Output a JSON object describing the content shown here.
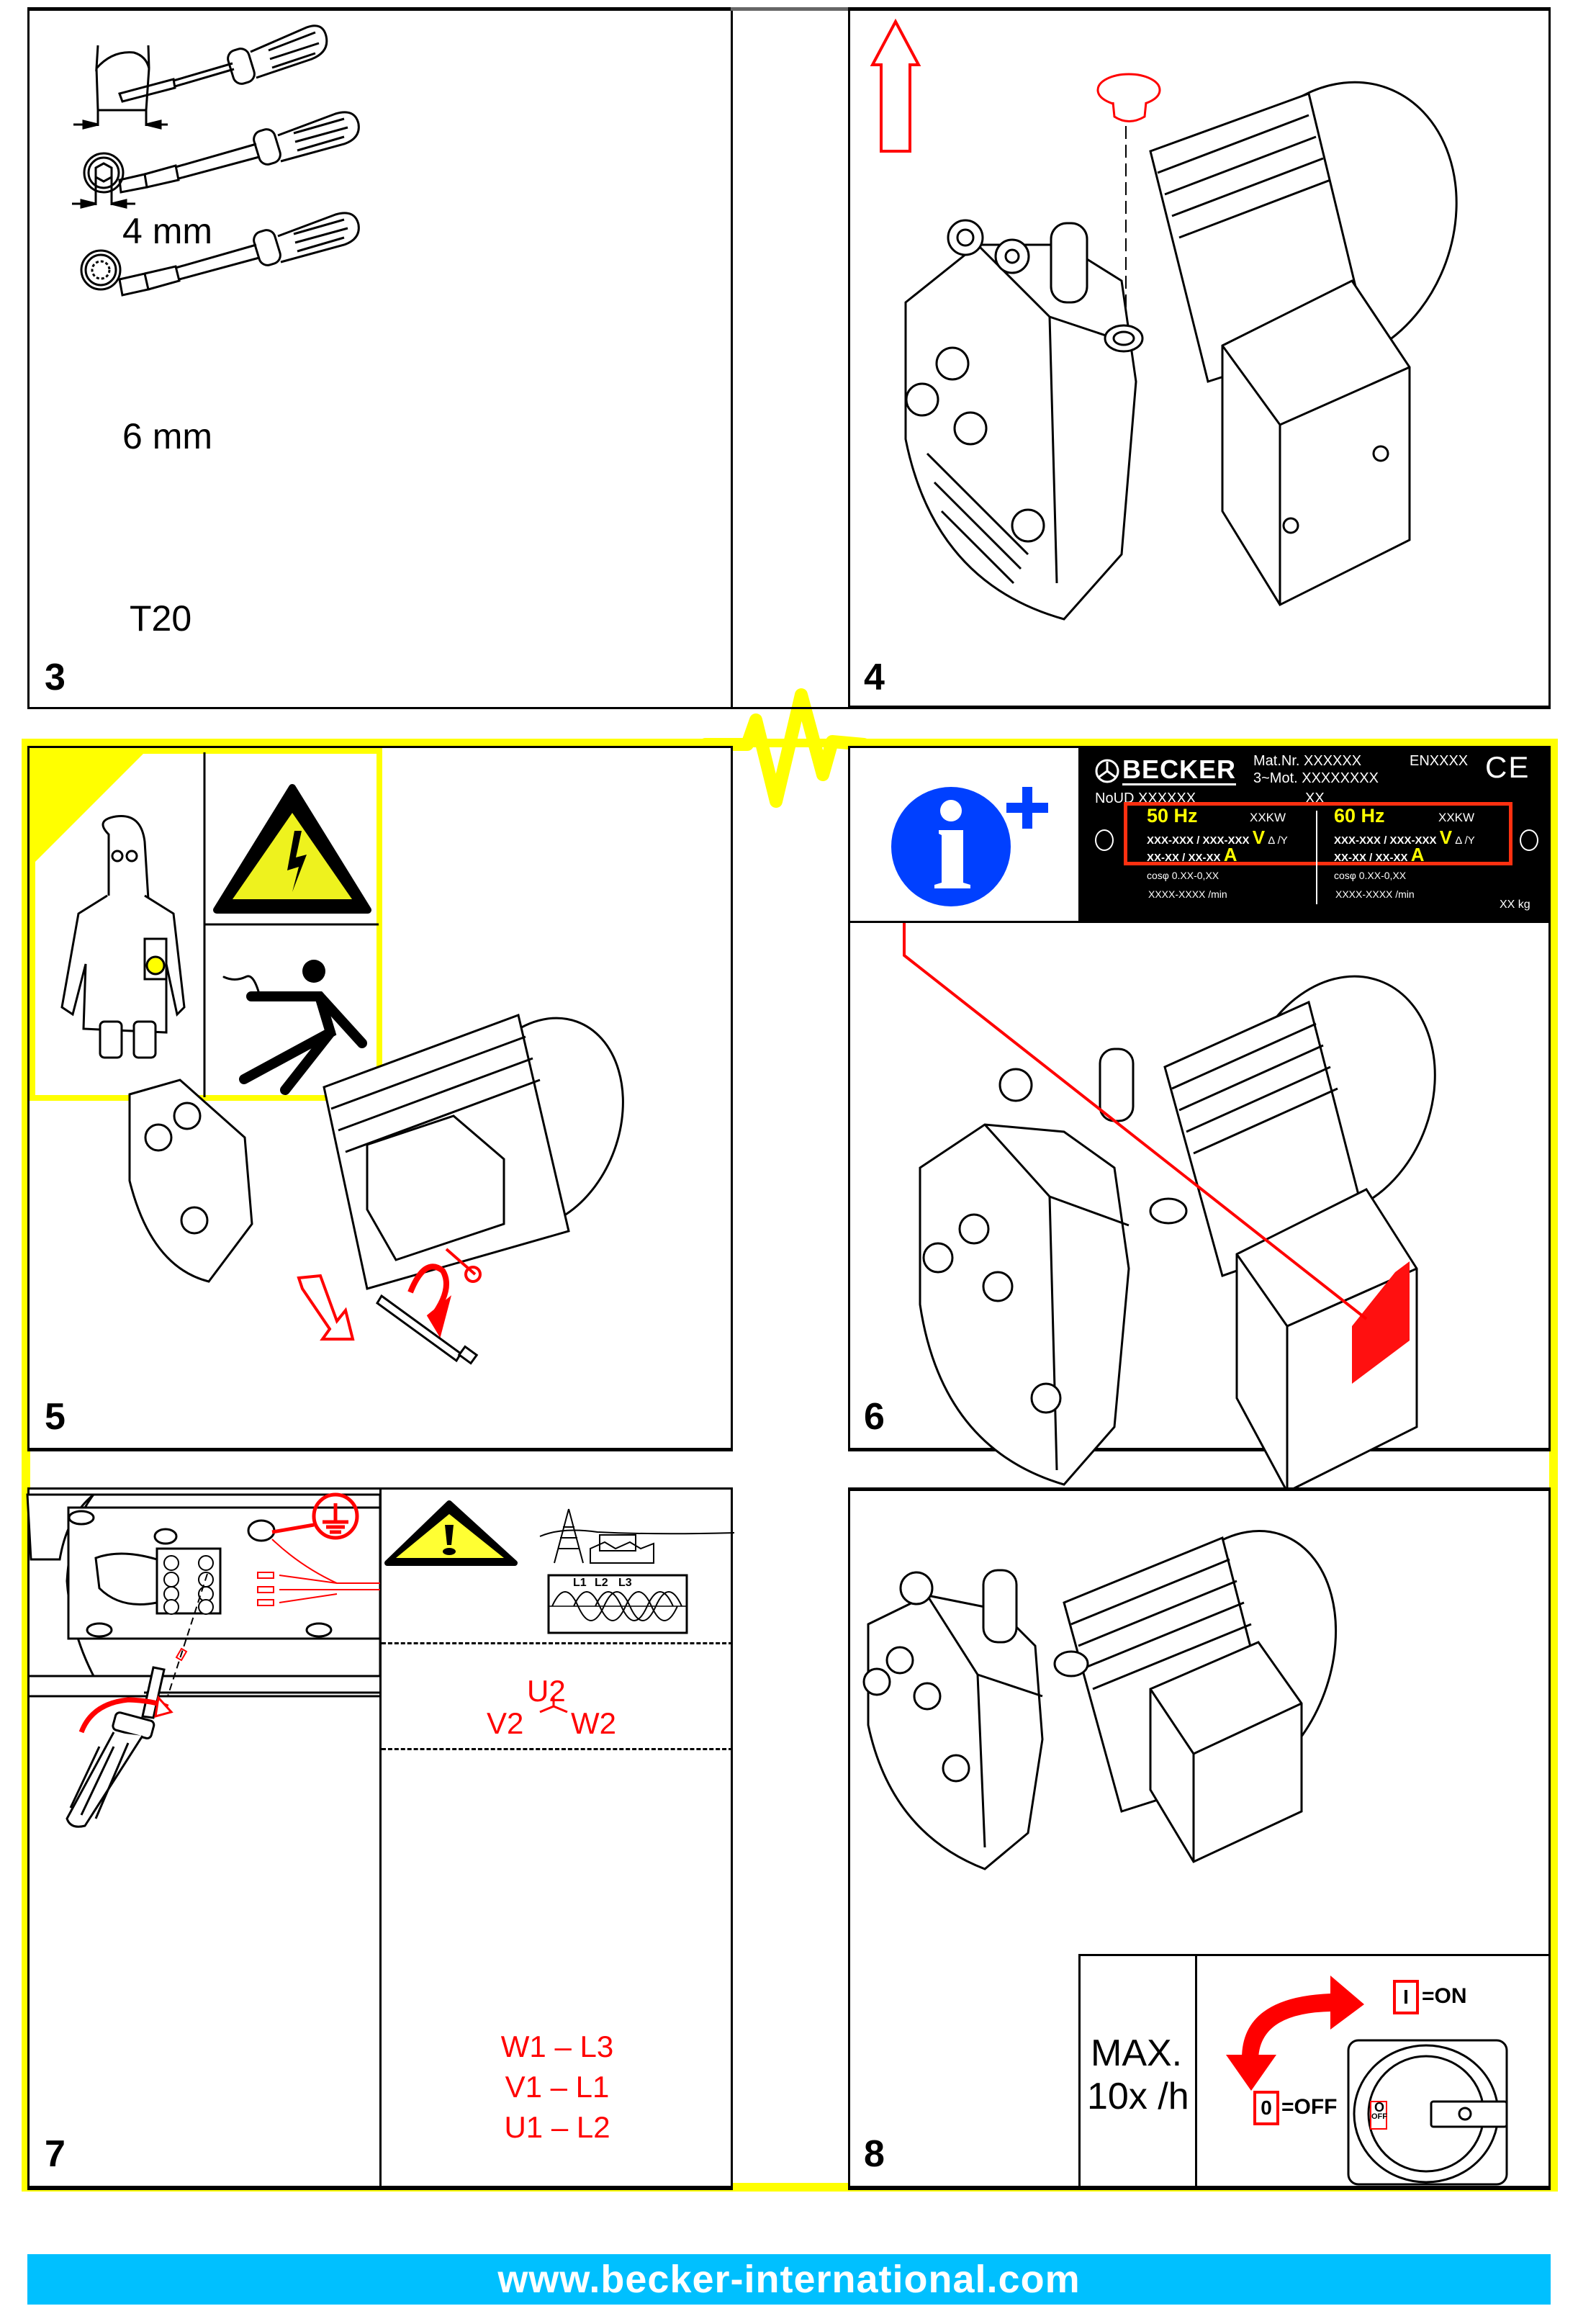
{
  "document": {
    "type": "installation-instructions",
    "brand": "BECKER",
    "footer_url": "www.becker-international.com",
    "colors": {
      "accent_yellow": "#ffff00",
      "footer_blue": "#00c0ff",
      "warning_red": "#ff0000",
      "info_blue": "#0040ff"
    }
  },
  "panels": {
    "p3": {
      "number": "3",
      "tools": [
        {
          "icon": "slotted-screwdriver-icon",
          "label": "4 mm"
        },
        {
          "icon": "hex-key-screwdriver-icon",
          "label": "6 mm"
        },
        {
          "icon": "torx-screwdriver-icon",
          "label": "T20"
        }
      ]
    },
    "p4": {
      "number": "4",
      "action": "remove-plug-arrow-up"
    },
    "p5": {
      "number": "5",
      "warnings": [
        "electrician-required-icon",
        "high-voltage-warning-icon",
        "electric-shock-icon"
      ]
    },
    "p6": {
      "number": "6",
      "info_icon": "info-plus-icon",
      "nameplate": {
        "brand": "BECKER",
        "mat_nr": "Mat.Nr. XXXXXX",
        "mot": "3~Mot. XXXXXXXX",
        "en": "ENXXXX",
        "ce": "CE",
        "noud": "NoUD XXXXXX",
        "xx": "XX",
        "weight": "XX kg",
        "columns": [
          {
            "freq": "50 Hz",
            "power": "XXKW",
            "voltage": "XXX-XXX / XXX-XXX",
            "voltage_unit": "V",
            "connection": "Δ /Y",
            "current": "XX-XX / XX-XX",
            "current_unit": "A",
            "cos_phi": "cosφ 0.XX-0,XX",
            "speed": "XXXX-XXXX /min"
          },
          {
            "freq": "60 Hz",
            "power": "XXKW",
            "voltage": "XXX-XXX / XXX-XXX",
            "voltage_unit": "V",
            "connection": "Δ /Y",
            "current": "XX-XX / XX-XX",
            "current_unit": "A",
            "cos_phi": "cosφ 0.XX-0,XX",
            "speed": "XXXX-XXXX /min"
          }
        ]
      }
    },
    "p7": {
      "number": "7",
      "phase_labels": [
        "L1",
        "L2",
        "L3"
      ],
      "star": {
        "top": "U2",
        "left": "V2",
        "right": "W2"
      },
      "connections": [
        {
          "terminal": "W1",
          "dash": "–",
          "line": "L3"
        },
        {
          "terminal": "V1",
          "dash": "–",
          "line": "L1"
        },
        {
          "terminal": "U1",
          "dash": "–",
          "line": "L2"
        }
      ]
    },
    "p8": {
      "number": "8",
      "max_label": "MAX.",
      "max_rate": "10x /h",
      "on_symbol": "I",
      "on_label": "=ON",
      "off_symbol": "0",
      "off_label": "=OFF",
      "switch_o": "O",
      "switch_off": "OFF"
    }
  }
}
